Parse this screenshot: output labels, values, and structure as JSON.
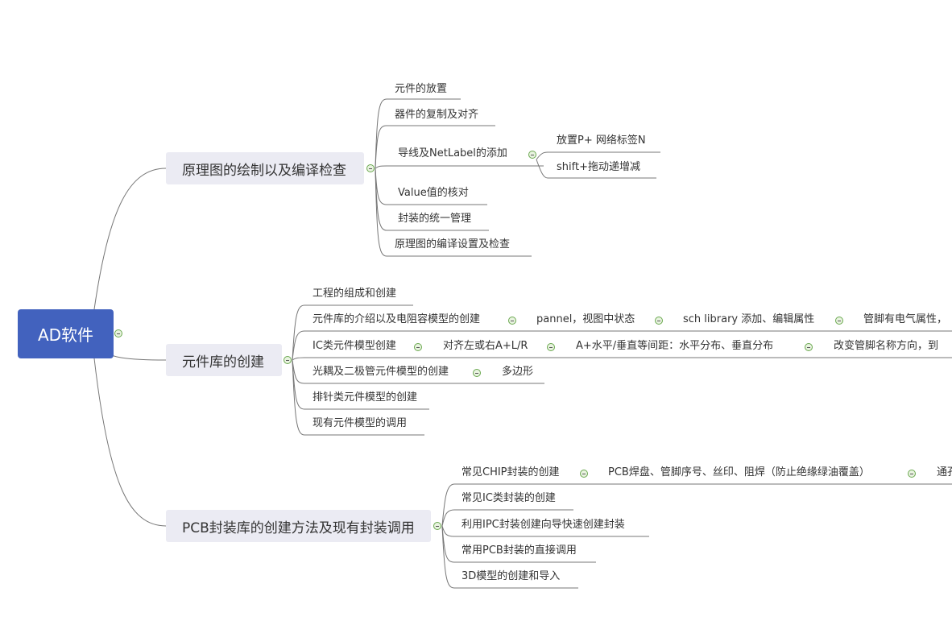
{
  "root": "AD软件",
  "branches": [
    {
      "label": "原理图的绘制以及编译检查",
      "children": [
        "元件的放置",
        "器件的复制及对齐",
        "导线及NetLabel的添加",
        "Value值的核对",
        "封装的统一管理",
        "原理图的编译设置及检查"
      ],
      "netlabel_children": [
        "放置P+ 网络标签N",
        "shift+拖动递增减"
      ]
    },
    {
      "label": "元件库的创建",
      "children": [
        "工程的组成和创建",
        "元件库的介绍以及电阻容模型的创建",
        "IC类元件模型创建",
        "光耦及二极管元件模型的创建",
        "排针类元件模型的创建",
        "现有元件模型的调用"
      ],
      "chain1": [
        "pannel，视图中状态",
        "sch library 添加、编辑属性",
        "管脚有电气属性，"
      ],
      "chain2": [
        "对齐左或右A+L/R",
        "A+水平/垂直等间距：水平分布、垂直分布",
        "改变管脚名称方向，到"
      ],
      "chain3": [
        "多边形"
      ]
    },
    {
      "label": "PCB封装库的创建方法及现有封装调用",
      "children": [
        "常见CHIP封装的创建",
        "常见IC类封装的创建",
        "利用IPC封装创建向导快速创建封装",
        "常用PCB封装的直接调用",
        "3D模型的创建和导入"
      ],
      "chain1": [
        "PCB焊盘、管脚序号、丝印、阻焊（防止绝缘绿油覆盖）",
        "通孔"
      ]
    }
  ],
  "colors": {
    "root": "#4262be",
    "branch_bg": "#ebebf3",
    "toggle": "#6aa84f"
  }
}
